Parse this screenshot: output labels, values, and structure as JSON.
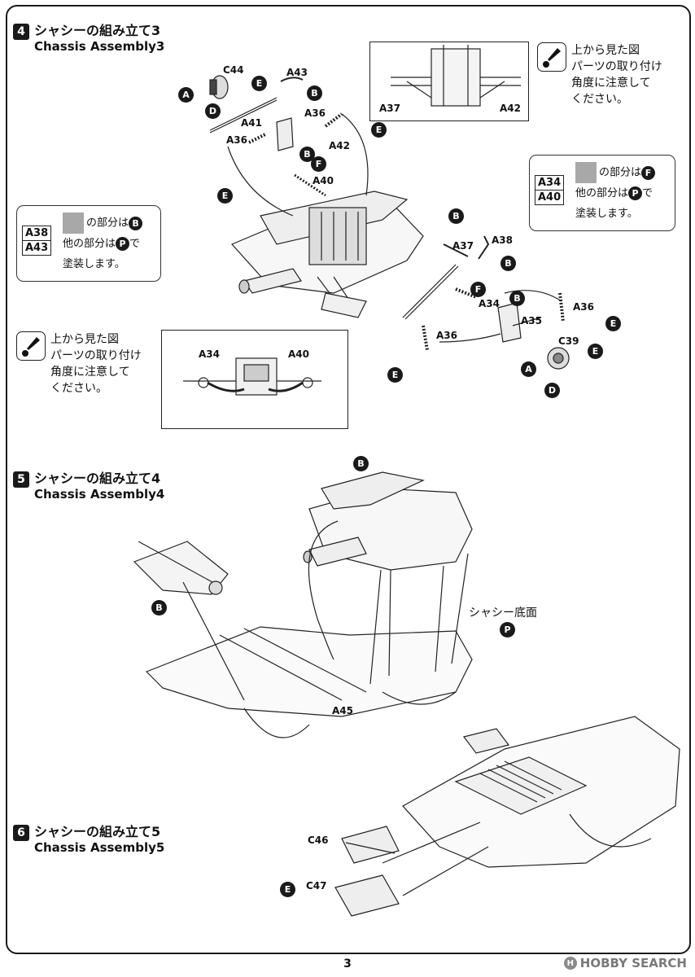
{
  "steps": [
    {
      "num": "4",
      "title_jp": "シャシーの組み立て3",
      "title_en": "Chassis Assembly3"
    },
    {
      "num": "5",
      "title_jp": "シャシーの組み立て4",
      "title_en": "Chassis Assembly4"
    },
    {
      "num": "6",
      "title_jp": "シャシーの組み立て5",
      "title_en": "Chassis Assembly5"
    }
  ],
  "attention_note": {
    "line1": "上から見た図",
    "line2": "パーツの取り付け",
    "line3": "角度に注意して",
    "line4": "ください。"
  },
  "paint_note_left": {
    "codes": [
      "A38",
      "A43"
    ],
    "line1_suffix": "の部分は",
    "line1_mark": "B",
    "line2_prefix": "他の部分は",
    "line2_mark": "P",
    "line2_suffix": "で",
    "line3": "塗装します。"
  },
  "paint_note_right": {
    "codes": [
      "A34",
      "A40"
    ],
    "line1_suffix": "の部分は",
    "line1_mark": "F",
    "line2_prefix": "他の部分は",
    "line2_mark": "P",
    "line2_suffix": "で",
    "line3": "塗装します。"
  },
  "parts_labels": {
    "c44": "C44",
    "a43": "A43",
    "a41": "A41",
    "a36": "A36",
    "a42": "A42",
    "a40": "A40",
    "a37": "A37",
    "a38": "A38",
    "a34": "A34",
    "a35": "A35",
    "c39": "C39",
    "a45": "A45",
    "c46": "C46",
    "c47": "C47"
  },
  "color_marks": {
    "a": "A",
    "b": "B",
    "d": "D",
    "e": "E",
    "f": "F",
    "p": "P"
  },
  "chassis_bottom_label": "シャシー底面",
  "page_number": "3",
  "watermark": {
    "logo": "H",
    "text": "HOBBY SEARCH"
  }
}
